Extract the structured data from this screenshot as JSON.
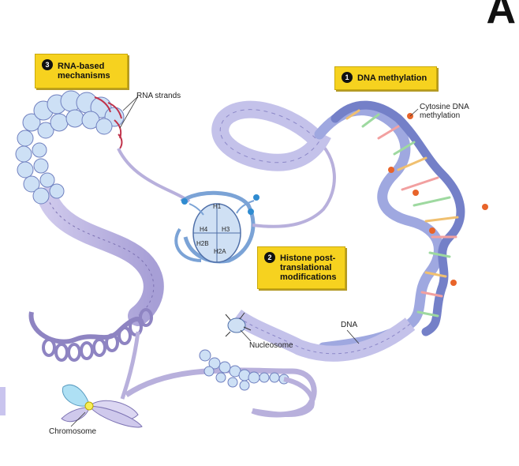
{
  "panel_letter": "A",
  "callouts": {
    "rna": {
      "number": "3",
      "text": "RNA-based\nmechanisms"
    },
    "dna_methylation": {
      "number": "1",
      "text": "DNA methylation"
    },
    "histone": {
      "number": "2",
      "text": "Histone post-\ntranslational\nmodifications"
    }
  },
  "labels": {
    "rna_strands": "RNA strands",
    "cytosine": "Cytosine DNA\nmethylation",
    "dna": "DNA",
    "nucleosome": "Nucleosome",
    "chromosome": "Chromosome"
  },
  "histones": [
    "H1",
    "H4",
    "H3",
    "H2B",
    "H2A"
  ],
  "colors": {
    "chromatin": "#b8b0dc",
    "chromatin_dark": "#7d73b3",
    "ribbon": "#9fa8e0",
    "ribbon_dark": "#5d68b8",
    "methyl": "#e8642a",
    "callout": "#f6d21f"
  }
}
